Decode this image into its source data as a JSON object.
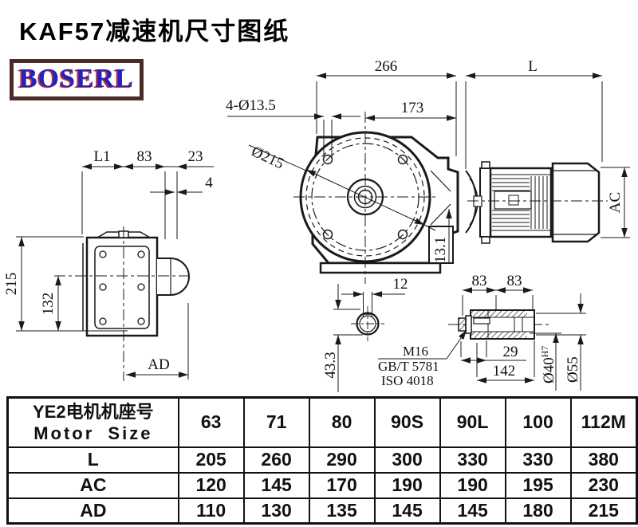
{
  "title": "KAF57减速机尺寸图纸",
  "logo": {
    "text": "BOSERL"
  },
  "dims": {
    "total_width": "266",
    "motor_length": "L",
    "flange_to_axis": "173",
    "bolt_holes": "4-Ø13.5",
    "flange_dia": "Ø215",
    "step": "13.1",
    "motor_dia": "AC",
    "l1": "L1",
    "top_83": "83",
    "top_23": "23",
    "top_4": "4",
    "height_215": "215",
    "axis_height_132": "132",
    "ad": "AD",
    "key_width_12": "12",
    "key_depth_433": "43.3",
    "note_m16": "M16",
    "note_gbt": "GB/T 5781",
    "note_iso": "ISO 4018",
    "shaft_83a": "83",
    "shaft_83b": "83",
    "shaft_29": "29",
    "shaft_142": "142",
    "bore_dia": "Ø40",
    "bore_tol": "H7",
    "outer_dia": "Ø55"
  },
  "table": {
    "header": {
      "line1": "YE2电机机座号",
      "line2": "Motor Size"
    },
    "columns": [
      "63",
      "71",
      "80",
      "90S",
      "90L",
      "100",
      "112M"
    ],
    "rows": [
      {
        "label": "L",
        "values": [
          "205",
          "260",
          "290",
          "300",
          "330",
          "330",
          "380"
        ]
      },
      {
        "label": "AC",
        "values": [
          "120",
          "145",
          "170",
          "190",
          "190",
          "195",
          "230"
        ]
      },
      {
        "label": "AD",
        "values": [
          "110",
          "130",
          "135",
          "145",
          "145",
          "180",
          "215"
        ]
      }
    ]
  }
}
